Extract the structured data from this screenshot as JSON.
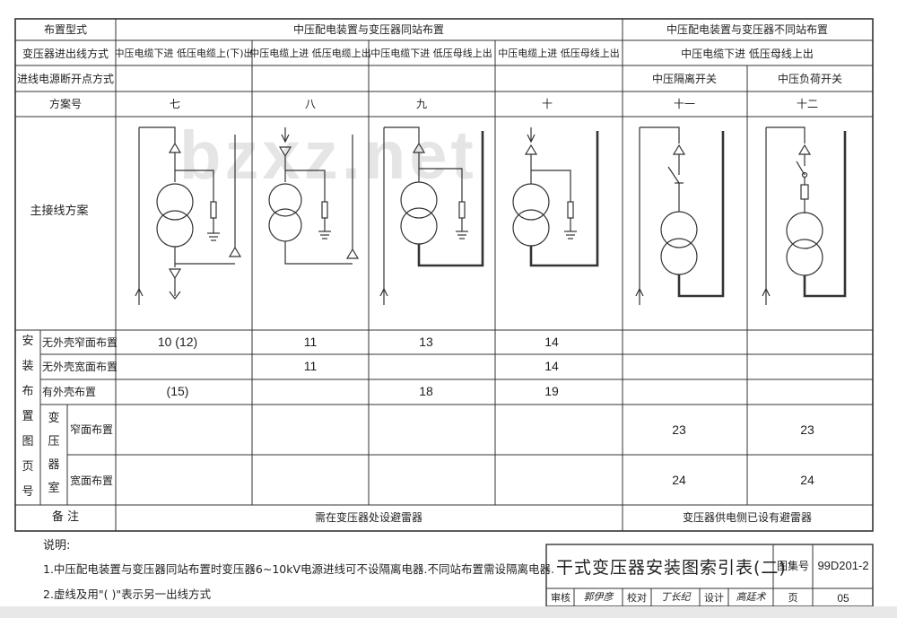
{
  "header": {
    "layout_type": "布置型式",
    "same_station": "中压配电装置与变压器同站布置",
    "diff_station": "中压配电装置与变压器不同站布置",
    "inout_method": "变压器进出线方式",
    "col_inout": [
      "中压电缆下进 低压电缆上(下)出",
      "中压电缆上进 低压电缆上出",
      "中压电缆下进 低压母线上出",
      "中压电缆上进 低压母线上出"
    ],
    "diff_inout": "中压电缆下进 低压母线上出",
    "breaker_method": "进线电源断开点方式",
    "breakers": [
      "中压隔离开关",
      "中压负荷开关"
    ],
    "scheme_no": "方案号",
    "schemes": [
      "七",
      "八",
      "九",
      "十",
      "十一",
      "十二"
    ],
    "wiring": "主接线方案"
  },
  "install": {
    "group_label": [
      "安",
      "装",
      "布",
      "置",
      "图",
      "页",
      "号"
    ],
    "rows": [
      {
        "label": "无外壳窄面布置",
        "values": [
          "10 (12)",
          "11",
          "13",
          "14",
          "",
          ""
        ]
      },
      {
        "label": "无外壳宽面布置",
        "values": [
          "",
          "11",
          "",
          "14",
          "",
          ""
        ]
      },
      {
        "label": "有外壳布置",
        "values": [
          "(15)",
          "",
          "18",
          "19",
          "",
          ""
        ]
      }
    ],
    "room_label": [
      "变",
      "压",
      "器",
      "室"
    ],
    "room_rows": [
      {
        "label": "窄面布置",
        "values": [
          "",
          "",
          "",
          "",
          "23",
          "23"
        ]
      },
      {
        "label": "宽面布置",
        "values": [
          "",
          "",
          "",
          "",
          "24",
          "24"
        ]
      }
    ]
  },
  "remarks": {
    "label": "备    注",
    "same": "需在变压器处设避雷器",
    "diff": "变压器供电侧已设有避雷器"
  },
  "notes": {
    "title": "说明:",
    "items": [
      "1.中压配电装置与变压器同站布置时变压器6~10kV电源进线可不设隔离电器.不同站布置需设隔离电器.",
      "2.虚线及用\"( )\"表示另一出线方式"
    ]
  },
  "titleblock": {
    "title": "干式变压器安装图索引表(二)",
    "atlas_label": "图集号",
    "atlas_no": "99D201-2",
    "review": "审核",
    "review_sig": "郭伊彦",
    "check": "校对",
    "check_sig": "丁长纪",
    "design": "设计",
    "design_sig": "高廷术",
    "page_label": "页",
    "page_no": "05"
  },
  "watermark": "bzxz.net"
}
